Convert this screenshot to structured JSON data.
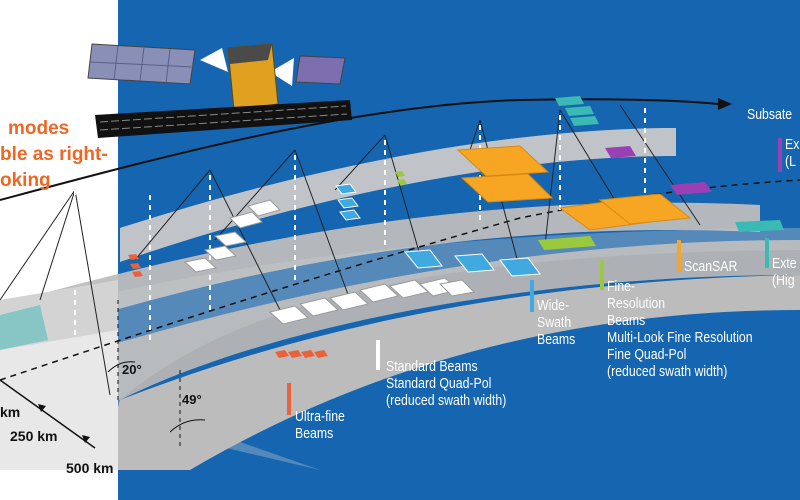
{
  "side_note": {
    "line1": "modes",
    "line2": "ble as right-",
    "line3": "oking"
  },
  "labels": {
    "subsatellite": "Subsate",
    "ext_low_line1": "Ex",
    "ext_low_line2": "(L",
    "ext_high_line1": "Exte",
    "ext_high_line2": "(Hig",
    "scansar": "ScanSAR",
    "wide_line1": "Wide-",
    "wide_line2": "Swath",
    "wide_line3": "Beams",
    "fine_line1": "Fine-",
    "fine_line2": "Resolution",
    "fine_line3": "Beams",
    "fine_line4": "Multi-Look Fine Resolution",
    "fine_line5": "Fine Quad-Pol",
    "fine_line6": "(reduced swath width)",
    "standard_line1": "Standard Beams",
    "standard_line2": "Standard Quad-Pol",
    "standard_line3": "(reduced swath width)",
    "ultrafine_line1": "Ultra-fine",
    "ultrafine_line2": "Beams"
  },
  "distances": {
    "d1": "km",
    "d2": "250 km",
    "d3": "500 km"
  },
  "angles": {
    "a1": "20°",
    "a2": "49°"
  },
  "colors": {
    "background_blue": "#1565b0",
    "ultrafine": "#e8623a",
    "standard": "#ffffff",
    "wide": "#3fa9e0",
    "fine": "#9ac93b",
    "scansar": "#f6a623",
    "extended_low": "#9b3fb5",
    "extended_high": "#3bb9b5",
    "side_note": "#f26522"
  }
}
